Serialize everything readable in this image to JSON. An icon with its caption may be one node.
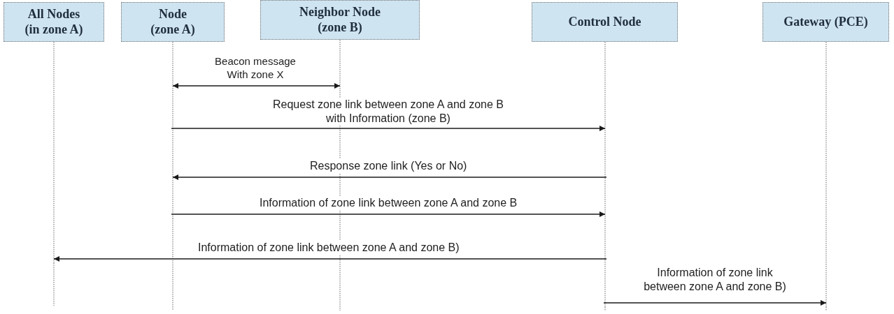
{
  "diagram": {
    "nodes": [
      {
        "text": [
          "All Nodes (in zone A)"
        ]
      },
      {
        "text": [
          "Node (zone A)"
        ]
      },
      {
        "text": [
          "Neighbor Node (zone B)"
        ]
      },
      {
        "text": [
          "Control Node"
        ]
      },
      {
        "text": [
          "Gateway (PCE)"
        ]
      }
    ],
    "edges": [
      {
        "from": 1,
        "to": 2,
        "arrow": "both",
        "label": "Beacon message With zone X"
      },
      {
        "from": 1,
        "to": 3,
        "arrow": "to",
        "label": "Request zone link between zone A and zone B with Information (zone B)"
      },
      {
        "from": 3,
        "to": 1,
        "arrow": "to",
        "label": "Response zone link (Yes or No)"
      },
      {
        "from": 1,
        "to": 3,
        "arrow": "to",
        "label": "Information of zone link between zone A and zone B"
      },
      {
        "from": 3,
        "to": 0,
        "arrow": "to",
        "label": "Information of zone link between zone A and zone B)"
      },
      {
        "from": 3,
        "to": 4,
        "arrow": "to",
        "label": "Information of zone link between zone A and zone B)"
      }
    ]
  }
}
